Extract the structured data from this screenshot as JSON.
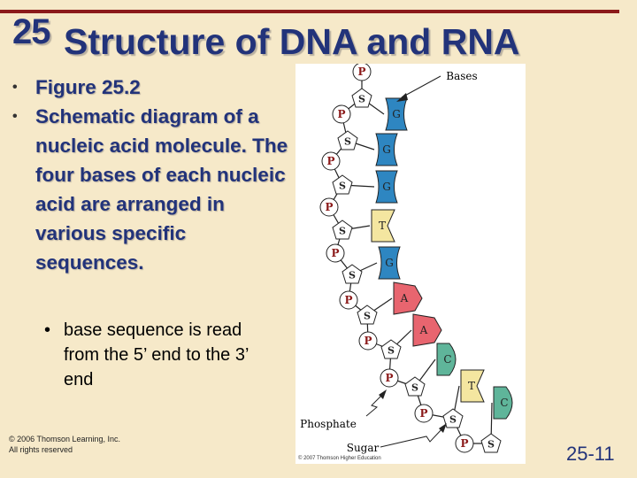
{
  "slide": {
    "chapter_number": "25",
    "title": "Structure of DNA and RNA",
    "bullets": [
      "Figure 25.2",
      "Schematic diagram of a nucleic acid molecule. The four bases of each nucleic acid are arranged in various specific sequences."
    ],
    "sub_bullet": "base sequence is read from the 5’ end to the 3’ end",
    "copyright_lines": [
      "© 2006 Thomson Learning, Inc.",
      "All rights reserved"
    ],
    "page_number": "25-11",
    "bullet_glyph": "•"
  },
  "figure": {
    "labels": {
      "bases": "Bases",
      "phosphate": "Phosphate",
      "sugar": "Sugar"
    },
    "phosphate_letter": "P",
    "sugar_letter": "S",
    "base_letters": [
      "G",
      "G",
      "G",
      "T",
      "G",
      "A",
      "A",
      "C",
      "T",
      "C"
    ],
    "credit": "© 2007 Thomson Higher Education",
    "colors": {
      "G": "#2e86c1",
      "T": "#f4e6a0",
      "A": "#e8656f",
      "C": "#5fb59a",
      "phosphate_text": "#8b1a1a",
      "outline": "#222222"
    }
  }
}
